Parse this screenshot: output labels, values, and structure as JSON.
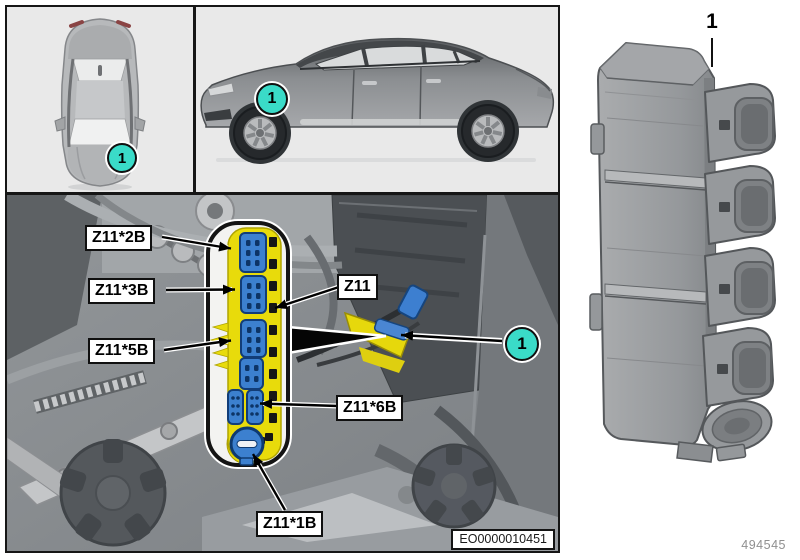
{
  "diagram": {
    "callout_number": "1",
    "component_labels": {
      "z11_2b": "Z11*2B",
      "z11_3b": "Z11*3B",
      "z11_5b": "Z11*5B",
      "z11": "Z11",
      "z11_6b": "Z11*6B",
      "z11_1b": "Z11*1B"
    },
    "eo_number": "EO0000010451",
    "part_number": "494545",
    "colors": {
      "callout_teal": "#3ADBC8",
      "module_highlight_yellow": "#E8DB0B",
      "connector_blue": "#3C80CF"
    }
  }
}
